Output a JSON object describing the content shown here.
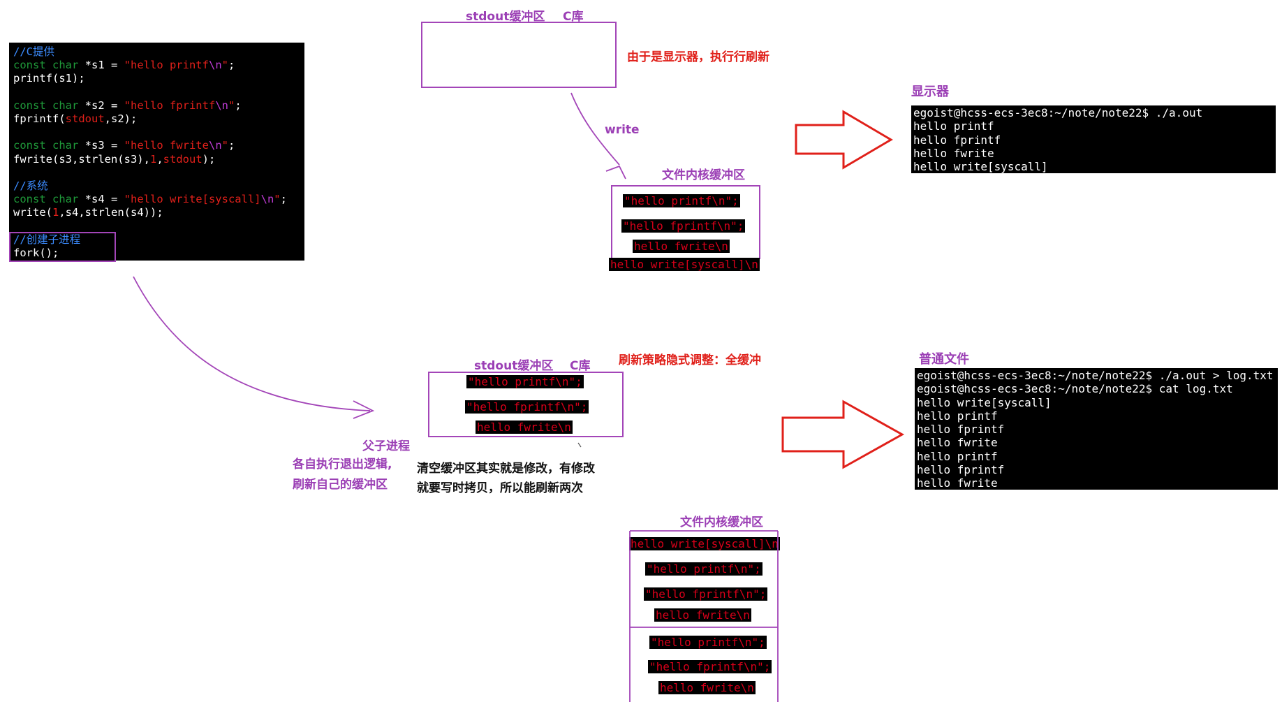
{
  "code": {
    "lines": [
      [
        {
          "t": "//C提供",
          "c": "c-cm"
        }
      ],
      [
        {
          "t": "const char",
          "c": "c-kw"
        },
        {
          "t": " *s1 = ",
          "c": "c-w"
        },
        {
          "t": "\"hello printf",
          "c": "c-str"
        },
        {
          "t": "\\n",
          "c": "c-esc"
        },
        {
          "t": "\"",
          "c": "c-str"
        },
        {
          "t": ";",
          "c": "c-w"
        }
      ],
      [
        {
          "t": "printf(s1);",
          "c": "c-w"
        }
      ],
      [
        {
          "t": "",
          "c": "c-w"
        }
      ],
      [
        {
          "t": "const char",
          "c": "c-kw"
        },
        {
          "t": " *s2 = ",
          "c": "c-w"
        },
        {
          "t": "\"hello fprintf",
          "c": "c-str"
        },
        {
          "t": "\\n",
          "c": "c-esc"
        },
        {
          "t": "\"",
          "c": "c-str"
        },
        {
          "t": ";",
          "c": "c-w"
        }
      ],
      [
        {
          "t": "fprintf(",
          "c": "c-w"
        },
        {
          "t": "stdout",
          "c": "c-str"
        },
        {
          "t": ",s2);",
          "c": "c-w"
        }
      ],
      [
        {
          "t": "",
          "c": "c-w"
        }
      ],
      [
        {
          "t": "const char",
          "c": "c-kw"
        },
        {
          "t": " *s3 = ",
          "c": "c-w"
        },
        {
          "t": "\"hello fwrite",
          "c": "c-str"
        },
        {
          "t": "\\n",
          "c": "c-esc"
        },
        {
          "t": "\"",
          "c": "c-str"
        },
        {
          "t": ";",
          "c": "c-w"
        }
      ],
      [
        {
          "t": "fwrite(s3,strlen(s3),",
          "c": "c-w"
        },
        {
          "t": "1",
          "c": "c-str"
        },
        {
          "t": ",",
          "c": "c-w"
        },
        {
          "t": "stdout",
          "c": "c-str"
        },
        {
          "t": ");",
          "c": "c-w"
        }
      ],
      [
        {
          "t": "",
          "c": "c-w"
        }
      ],
      [
        {
          "t": "//系统",
          "c": "c-cm"
        }
      ],
      [
        {
          "t": "const char",
          "c": "c-kw"
        },
        {
          "t": " *s4 = ",
          "c": "c-w"
        },
        {
          "t": "\"hello write[syscall]",
          "c": "c-str"
        },
        {
          "t": "\\n",
          "c": "c-esc"
        },
        {
          "t": "\"",
          "c": "c-str"
        },
        {
          "t": ";",
          "c": "c-w"
        }
      ],
      [
        {
          "t": "write(",
          "c": "c-w"
        },
        {
          "t": "1",
          "c": "c-str"
        },
        {
          "t": ",s4,strlen(s4));",
          "c": "c-w"
        }
      ],
      [
        {
          "t": "",
          "c": "c-w"
        }
      ],
      [
        {
          "t": "//创建子进程",
          "c": "c-cm"
        }
      ],
      [
        {
          "t": "fork();",
          "c": "c-w"
        }
      ]
    ]
  },
  "top": {
    "stdout_label": "stdout缓冲区",
    "clib_label": "C库",
    "flush_note": "由于是显示器，执行行刷新",
    "write_label": "write",
    "kernel_label": "文件内核缓冲区",
    "kernel_items": [
      "\"hello printf\\n\";",
      "\"hello fprintf\\n\";",
      "hello fwrite\\n",
      "hello write[syscall]\\n"
    ],
    "display_label": "显示器",
    "terminal_lines": [
      "egoist@hcss-ecs-3ec8:~/note/note22$ ./a.out",
      "hello printf",
      "hello fprintf",
      "hello fwrite",
      "hello write[syscall]"
    ]
  },
  "bottom": {
    "stdout_label": "stdout缓冲区",
    "clib_label": "C库",
    "flush_note": "刷新策略隐式调整：全缓冲",
    "stdout_items": [
      "\"hello printf\\n\";",
      "\"hello fprintf\\n\";",
      "hello fwrite\\n"
    ],
    "parent_child": "父子进程",
    "exit_note_1": "各自执行退出逻辑,",
    "exit_note_2": "刷新自己的缓冲区",
    "cow_note_1": "清空缓冲区其实就是修改，有修改",
    "cow_note_2": "就要写时拷贝，所以能刷新两次",
    "kernel_label": "文件内核缓冲区",
    "kernel_items": [
      "hello write[syscall]\\n",
      "\"hello printf\\n\";",
      "\"hello fprintf\\n\";",
      "hello fwrite\\n",
      "\"hello printf\\n\";",
      "\"hello fprintf\\n\";",
      "hello fwrite\\n"
    ],
    "file_label": "普通文件",
    "terminal_lines": [
      "egoist@hcss-ecs-3ec8:~/note/note22$ ./a.out > log.txt",
      "egoist@hcss-ecs-3ec8:~/note/note22$ cat log.txt",
      "hello write[syscall]",
      "hello printf",
      "hello fprintf",
      "hello fwrite",
      "hello printf",
      "hello fprintf",
      "hello fwrite"
    ]
  }
}
